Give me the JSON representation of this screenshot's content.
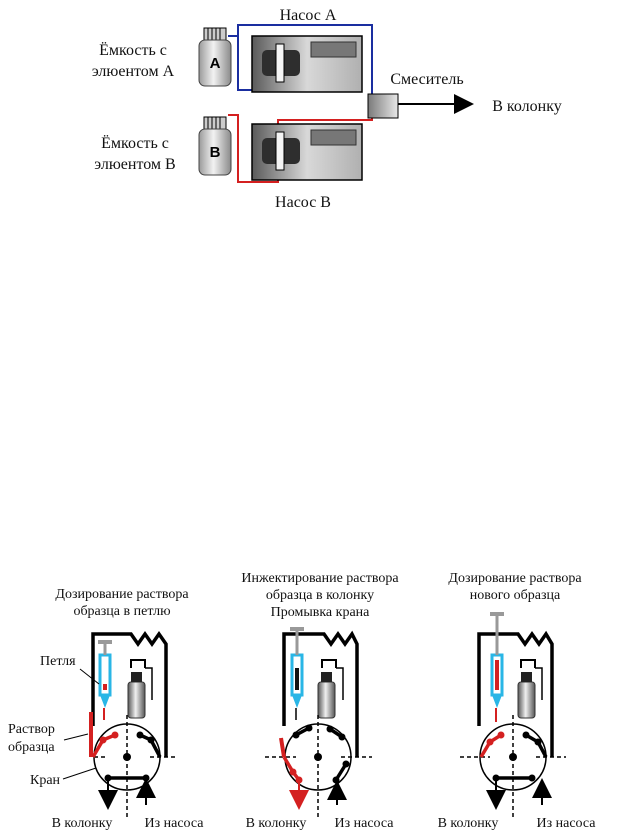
{
  "pump_system": {
    "pump_a_label": "Насос А",
    "pump_b_label": "Насос В",
    "reservoir_a_label_line1": "Ёмкость с",
    "reservoir_a_label_line2": "элюентом А",
    "reservoir_b_label_line1": "Ёмкость с",
    "reservoir_b_label_line2": "элюентом В",
    "bottle_a_letter": "A",
    "bottle_b_letter": "B",
    "mixer_label": "Смеситель",
    "to_column_label": "В колонку",
    "line_a_color": "#1a2ea0",
    "line_b_color": "#d42020"
  },
  "injection_panels": [
    {
      "title_line1": "Дозирование раствора",
      "title_line2": "образца в петлю",
      "title_line3": "",
      "loop_label": "Петля",
      "sample_label_line1": "Раствор",
      "sample_label_line2": "образца",
      "valve_label": "Кран",
      "to_column_label": "В колонку",
      "from_pump_label": "Из насоса"
    },
    {
      "title_line1": "Инжектирование раствора",
      "title_line2": "образца в колонку",
      "title_line3": "Промывка крана",
      "to_column_label": "В колонку",
      "from_pump_label": "Из насоса"
    },
    {
      "title_line1": "Дозирование раствора",
      "title_line2": "нового образца",
      "title_line3": "",
      "to_column_label": "В колонку",
      "from_pump_label": "Из насоса"
    }
  ],
  "colors": {
    "sample_red": "#d42020",
    "syringe_cyan": "#29b6e6",
    "outline": "#000000"
  }
}
